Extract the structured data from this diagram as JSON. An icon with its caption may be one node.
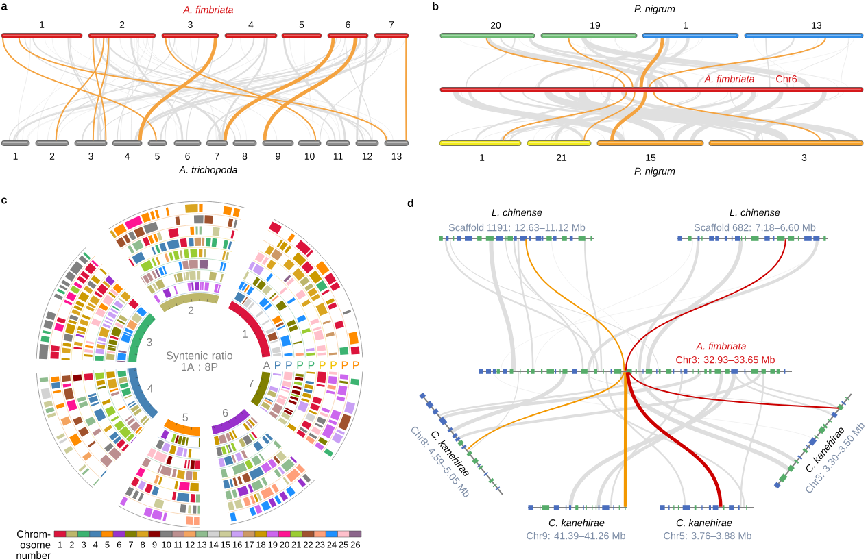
{
  "diagram": {
    "nodes": [
      {
        "text": [
          "1"
        ]
      },
      {
        "text": [
          "2"
        ]
      },
      {
        "text": [
          "3"
        ]
      },
      {
        "text": [
          "4"
        ]
      },
      {
        "text": [
          "5"
        ]
      },
      {
        "text": [
          "6"
        ]
      },
      {
        "text": [
          "7"
        ]
      },
      {
        "text": [
          "1"
        ]
      },
      {
        "text": [
          "2"
        ]
      },
      {
        "text": [
          "3"
        ]
      },
      {
        "text": [
          "4"
        ]
      },
      {
        "text": [
          "5"
        ]
      },
      {
        "text": [
          "6"
        ]
      },
      {
        "text": [
          "7"
        ]
      },
      {
        "text": [
          "8"
        ]
      },
      {
        "text": [
          "9"
        ]
      },
      {
        "text": [
          "10"
        ]
      },
      {
        "text": [
          "11"
        ]
      },
      {
        "text": [
          "12"
        ]
      },
      {
        "text": [
          "13"
        ]
      },
      {
        "text": [
          "20"
        ]
      },
      {
        "text": [
          "19"
        ]
      },
      {
        "text": [
          "1"
        ]
      },
      {
        "text": [
          "13"
        ]
      },
      {
        "text": [
          "A. fimbriata",
          "Chr6"
        ]
      },
      {
        "text": [
          "1"
        ]
      },
      {
        "text": [
          "21"
        ]
      },
      {
        "text": [
          "15"
        ]
      },
      {
        "text": [
          "3"
        ]
      },
      {
        "text": [
          "L. chinense",
          "Scaffold 1191: 12.63–11.12 Mb"
        ]
      },
      {
        "text": [
          "L. chinense",
          "Scaffold 682: 7.18–6.60 Mb"
        ]
      },
      {
        "text": [
          "A. fimbriata",
          "Chr3: 32.93–33.65 Mb"
        ]
      },
      {
        "text": [
          "C. kanehirae",
          "Chr8: 4.59–5.05 Mb"
        ]
      },
      {
        "text": [
          "C. kanehirae",
          "Chr3: 3.30–3.50 Mb"
        ]
      },
      {
        "text": [
          "C. kanehirae",
          "Chr9: 41.39–41.26 Mb"
        ]
      },
      {
        "text": [
          "C. kanehirae",
          "Chr5: 3.76–3.88 Mb"
        ]
      }
    ],
    "edges": [
      {
        "from": 0,
        "to": 11,
        "arrow": "none"
      },
      {
        "from": 0,
        "to": 19,
        "arrow": "none"
      },
      {
        "from": 1,
        "to": 8,
        "arrow": "none"
      },
      {
        "from": 1,
        "to": 9,
        "arrow": "none"
      },
      {
        "from": 1,
        "to": 9,
        "arrow": "none"
      },
      {
        "from": 2,
        "to": 10,
        "arrow": "none",
        "style": "thick"
      },
      {
        "from": 2,
        "to": 16,
        "arrow": "none"
      },
      {
        "from": 5,
        "to": 13,
        "arrow": "none",
        "style": "thick"
      },
      {
        "from": 5,
        "to": 15,
        "arrow": "none",
        "style": "thick"
      },
      {
        "from": 6,
        "to": 19,
        "arrow": "none"
      },
      {
        "from": 20,
        "to": 24,
        "arrow": "none"
      },
      {
        "from": 21,
        "to": 24,
        "arrow": "none"
      },
      {
        "from": 22,
        "to": 24,
        "arrow": "none",
        "style": "thick"
      },
      {
        "from": 23,
        "to": 24,
        "arrow": "none"
      },
      {
        "from": 24,
        "to": 25,
        "arrow": "none"
      },
      {
        "from": 24,
        "to": 26,
        "arrow": "none"
      },
      {
        "from": 24,
        "to": 27,
        "arrow": "none",
        "style": "thick"
      },
      {
        "from": 24,
        "to": 28,
        "arrow": "none"
      },
      {
        "from": 29,
        "to": 31,
        "arrow": "none",
        "color": "#f39800"
      },
      {
        "from": 30,
        "to": 31,
        "arrow": "none",
        "color": "#cc0000"
      },
      {
        "from": 31,
        "to": 32,
        "arrow": "none",
        "color": "#f39800"
      },
      {
        "from": 31,
        "to": 34,
        "arrow": "none",
        "style": "thick",
        "color": "#f39800"
      },
      {
        "from": 31,
        "to": 35,
        "arrow": "none",
        "style": "thick",
        "color": "#cc0000"
      },
      {
        "from": 31,
        "to": 33,
        "arrow": "none",
        "color": "#cc0000"
      }
    ],
    "labels": [
      "a",
      "A. fimbriata",
      "A. trichopoda",
      "b",
      "P. nigrum",
      "P. nigrum",
      "c",
      "2",
      "1",
      "3",
      "Syntenic ratio 1A : 8P",
      "A",
      "P",
      "P",
      "P",
      "P",
      "P",
      "P",
      "P",
      "P",
      "7",
      "4",
      "5",
      "6",
      "Chrom- osome number",
      "d"
    ],
    "legend": [
      {
        "text": "1",
        "color": "#dc143c"
      },
      {
        "text": "2",
        "color": "#bdb76b"
      },
      {
        "text": "3",
        "color": "#3cb371"
      },
      {
        "text": "4",
        "color": "#4682b4"
      },
      {
        "text": "5",
        "color": "#ff8c00"
      },
      {
        "text": "6",
        "color": "#9932cc"
      },
      {
        "text": "7",
        "color": "#808000"
      },
      {
        "text": "8",
        "color": "#daa520"
      },
      {
        "text": "9",
        "color": "#8b0000"
      },
      {
        "text": "10",
        "color": "#808080"
      },
      {
        "text": "11",
        "color": "#bc8f8f"
      },
      {
        "text": "12",
        "color": "#f4a460"
      },
      {
        "text": "13",
        "color": "#8fbc8f"
      },
      {
        "text": "14",
        "color": "#d3d3d3"
      },
      {
        "text": "15",
        "color": "#cccc99"
      },
      {
        "text": "16",
        "color": "#c9a0f5"
      },
      {
        "text": "17",
        "color": "#cd9966"
      },
      {
        "text": "18",
        "color": "#cc9900"
      },
      {
        "text": "19",
        "color": "#cc66ee"
      },
      {
        "text": "20",
        "color": "#ff1493"
      },
      {
        "text": "21",
        "color": "#9acd32"
      },
      {
        "text": "22",
        "color": "#a0522d"
      },
      {
        "text": "23",
        "color": "#ffa07a"
      },
      {
        "text": "24",
        "color": "#1e90ff"
      },
      {
        "text": "25",
        "color": "#ffc0cb"
      },
      {
        "text": "26",
        "color": "#8b658b"
      }
    ]
  }
}
